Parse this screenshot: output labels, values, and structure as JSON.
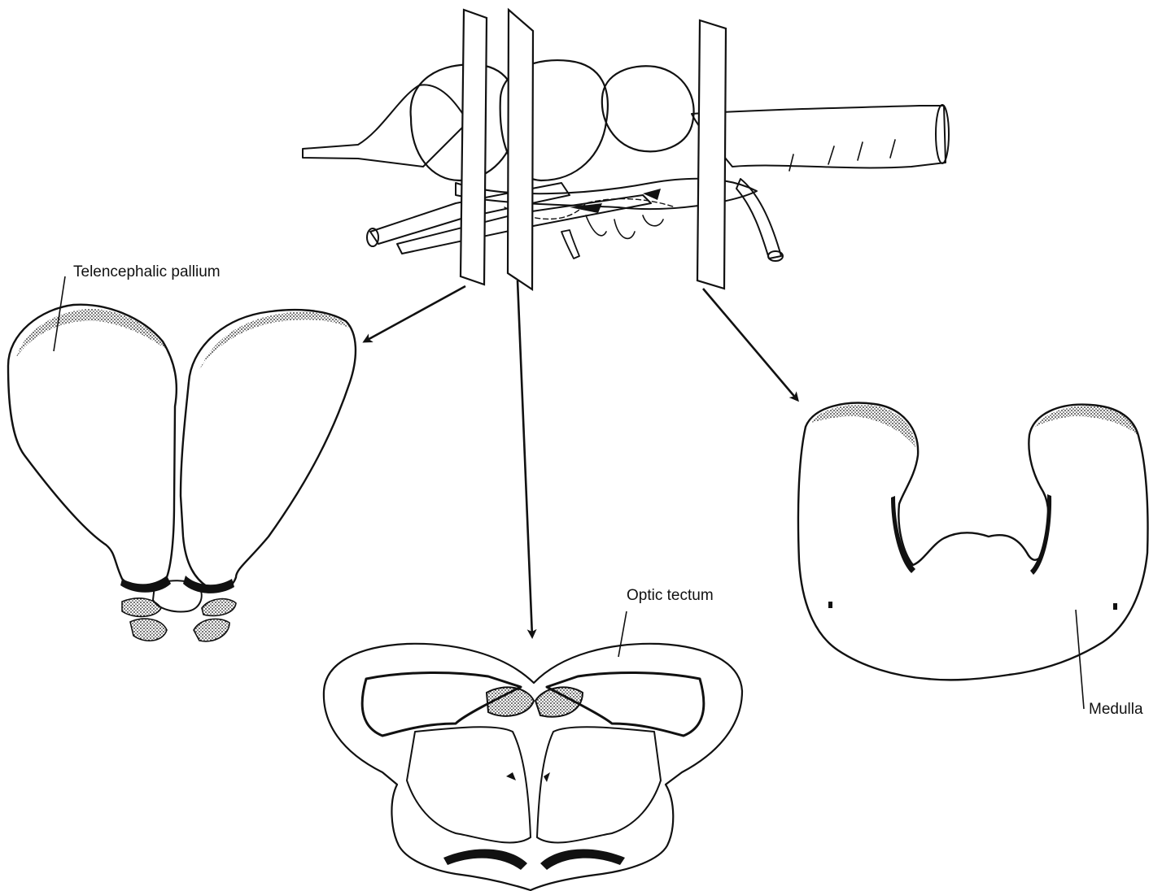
{
  "labels": {
    "telencephalic_pallium": "Telencephalic pallium",
    "optic_tectum": "Optic tectum",
    "medulla": "Medulla"
  },
  "colors": {
    "ink": "#111111",
    "background": "#ffffff"
  }
}
